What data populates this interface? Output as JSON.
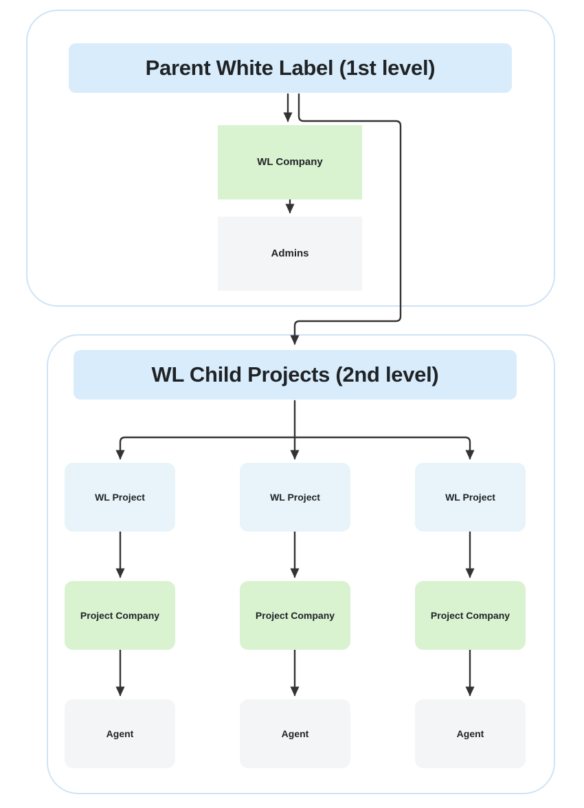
{
  "diagram": {
    "title_semantics": "white-label-hierarchy-flowchart",
    "colors": {
      "group_border": "#cfe3f5",
      "header_fill": "#d9ecfb",
      "green_fill": "#d9f2d0",
      "green_fill_rounded": "#d7f0c8",
      "gray_fill": "#f4f5f6",
      "gray_fill_rounded": "#f2f3f5",
      "blue_fill": "#e8f4fa",
      "text": "#1f2326",
      "connector": "#333333",
      "background": "#ffffff"
    }
  },
  "groups": [
    {
      "id": "parent",
      "label": "Parent White Label (1st level)"
    },
    {
      "id": "child",
      "label": "WL Child Projects (2nd level)"
    }
  ],
  "parent_group": {
    "header": "Parent White Label (1st level)",
    "nodes": [
      {
        "id": "wl-company",
        "label": "WL Company",
        "fill": "green"
      },
      {
        "id": "admins",
        "label": "Admins",
        "fill": "gray"
      }
    ]
  },
  "child_group": {
    "header": "WL Child Projects (2nd level)",
    "columns": [
      {
        "id": "col1",
        "project": "WL Project",
        "company": "Project Company",
        "agent": "Agent"
      },
      {
        "id": "col2",
        "project": "WL Project",
        "company": "Project Company",
        "agent": "Agent"
      },
      {
        "id": "col3",
        "project": "WL Project",
        "company": "Project Company",
        "agent": "Agent"
      }
    ]
  },
  "connections": [
    {
      "from": "Parent White Label (1st level)",
      "to": "WL Company"
    },
    {
      "from": "WL Company",
      "to": "Admins"
    },
    {
      "from": "Parent White Label (1st level)",
      "to": "WL Child Projects (2nd level)"
    },
    {
      "from": "WL Child Projects (2nd level)",
      "to": "WL Project (1)"
    },
    {
      "from": "WL Child Projects (2nd level)",
      "to": "WL Project (2)"
    },
    {
      "from": "WL Child Projects (2nd level)",
      "to": "WL Project (3)"
    },
    {
      "from": "WL Project (1)",
      "to": "Project Company (1)"
    },
    {
      "from": "WL Project (2)",
      "to": "Project Company (2)"
    },
    {
      "from": "WL Project (3)",
      "to": "Project Company (3)"
    },
    {
      "from": "Project Company (1)",
      "to": "Agent (1)"
    },
    {
      "from": "Project Company (2)",
      "to": "Agent (2)"
    },
    {
      "from": "Project Company (3)",
      "to": "Agent (3)"
    }
  ]
}
